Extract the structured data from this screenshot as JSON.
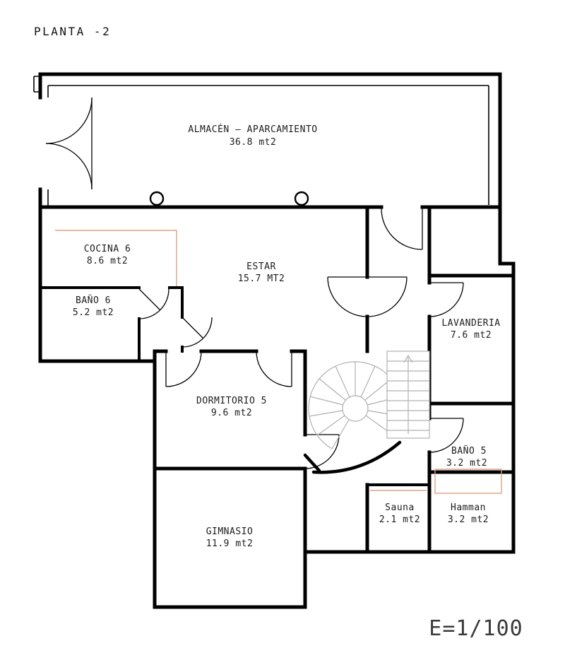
{
  "title": "PLANTA -2",
  "scale_label": "E=1/100",
  "rooms": [
    {
      "id": "almacen",
      "name": "ALMACÉN — APARCAMIENTO",
      "area": "36.8 mt2"
    },
    {
      "id": "cocina",
      "name": "COCINA 6",
      "area": "8.6 mt2"
    },
    {
      "id": "estar",
      "name": "ESTAR",
      "area": "15.7 MT2"
    },
    {
      "id": "bano6",
      "name": "BAÑO 6",
      "area": "5.2 mt2"
    },
    {
      "id": "lavanderia",
      "name": "LAVANDERIA",
      "area": "7.6 mt2"
    },
    {
      "id": "dormitorio5",
      "name": "DORMITORIO 5",
      "area": "9.6 mt2"
    },
    {
      "id": "bano5",
      "name": "BAÑO 5",
      "area": "3.2 mt2"
    },
    {
      "id": "sauna",
      "name": "Sauna",
      "area": "2.1 mt2"
    },
    {
      "id": "hamman",
      "name": "Hamman",
      "area": "3.2 mt2"
    },
    {
      "id": "gimnasio",
      "name": "GIMNASIO",
      "area": "11.9 mt2"
    }
  ],
  "colors": {
    "wall": "#000000",
    "counter_accent": "#e0a183",
    "stair_gray": "#b0b0b0",
    "text": "#1c1c1c"
  }
}
